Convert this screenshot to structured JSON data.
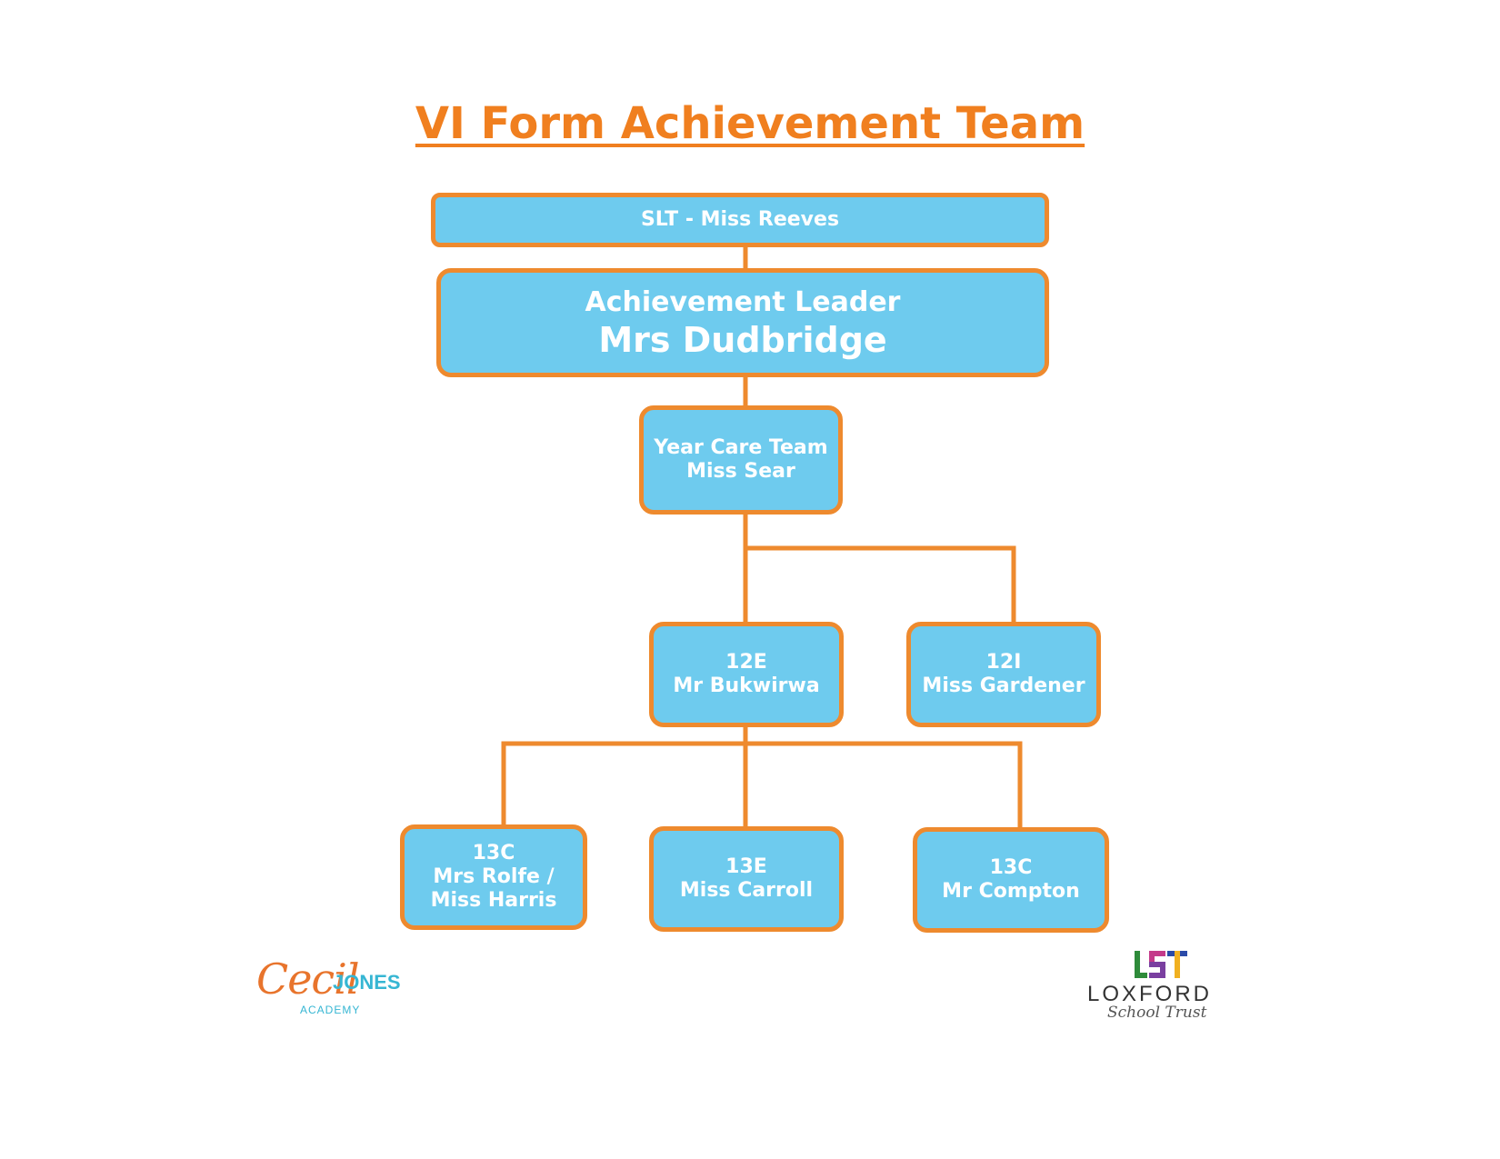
{
  "title": "VI Form Achievement Team",
  "colors": {
    "title": "#f07f1f",
    "box_fill": "#6ecbee",
    "box_border": "#ee8a2e",
    "connector": "#ee8a2e",
    "box_text": "#ffffff"
  },
  "chart": {
    "slt": {
      "label": "SLT - Miss Reeves"
    },
    "leader": {
      "role": "Achievement Leader",
      "name": "Mrs Dudbridge"
    },
    "care": {
      "role": "Year Care Team",
      "name": "Miss Sear"
    },
    "n12e": {
      "form": "12E",
      "name": "Mr Bukwirwa"
    },
    "n12i": {
      "form": "12I",
      "name": "Miss Gardener"
    },
    "n13c_a": {
      "form": "13C",
      "name_line1": "Mrs Rolfe /",
      "name_line2": "Miss Harris"
    },
    "n13e": {
      "form": "13E",
      "name": "Miss Carroll"
    },
    "n13c_b": {
      "form": "13C",
      "name": "Mr Compton"
    }
  },
  "logos": {
    "cecil": {
      "script": "Cecil",
      "word": "JONES",
      "sub": "ACADEMY"
    },
    "loxford": {
      "mark": "LST",
      "name": "LOXFORD",
      "sub": "School Trust"
    }
  }
}
